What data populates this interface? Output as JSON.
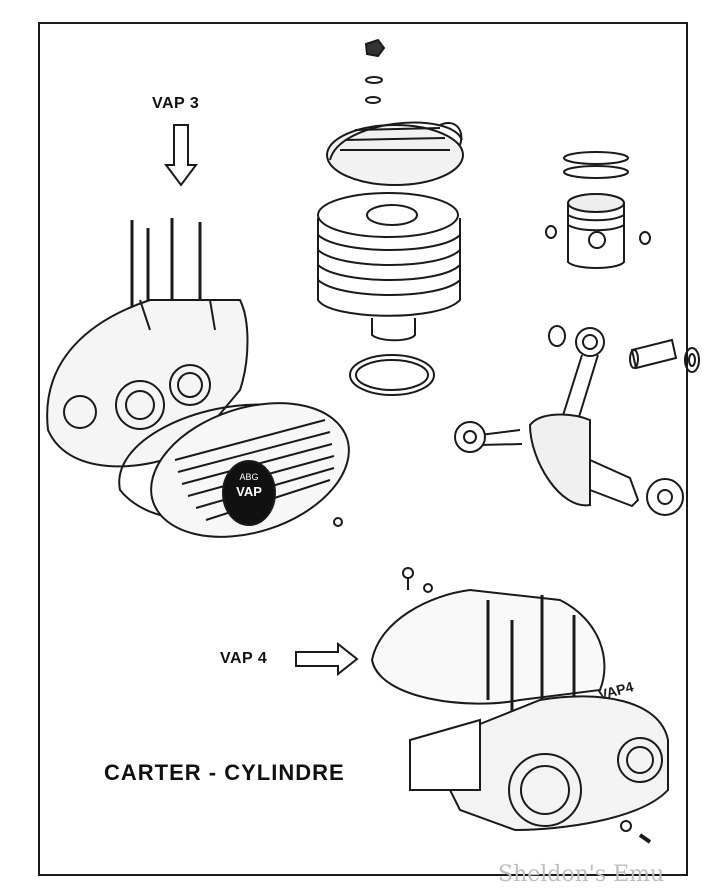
{
  "labels": {
    "vap3": "VAP 3",
    "vap4": "VAP 4",
    "title": "CARTER - CYLINDRE"
  },
  "cover_badge": {
    "line1": "ABG",
    "line2": "VAP"
  },
  "crankcase_casting": "VAP4",
  "watermark": "Sheldon's Emu",
  "colors": {
    "ink": "#1a1a1a",
    "paper": "#ffffff",
    "watermark": "#bdbdbd"
  }
}
